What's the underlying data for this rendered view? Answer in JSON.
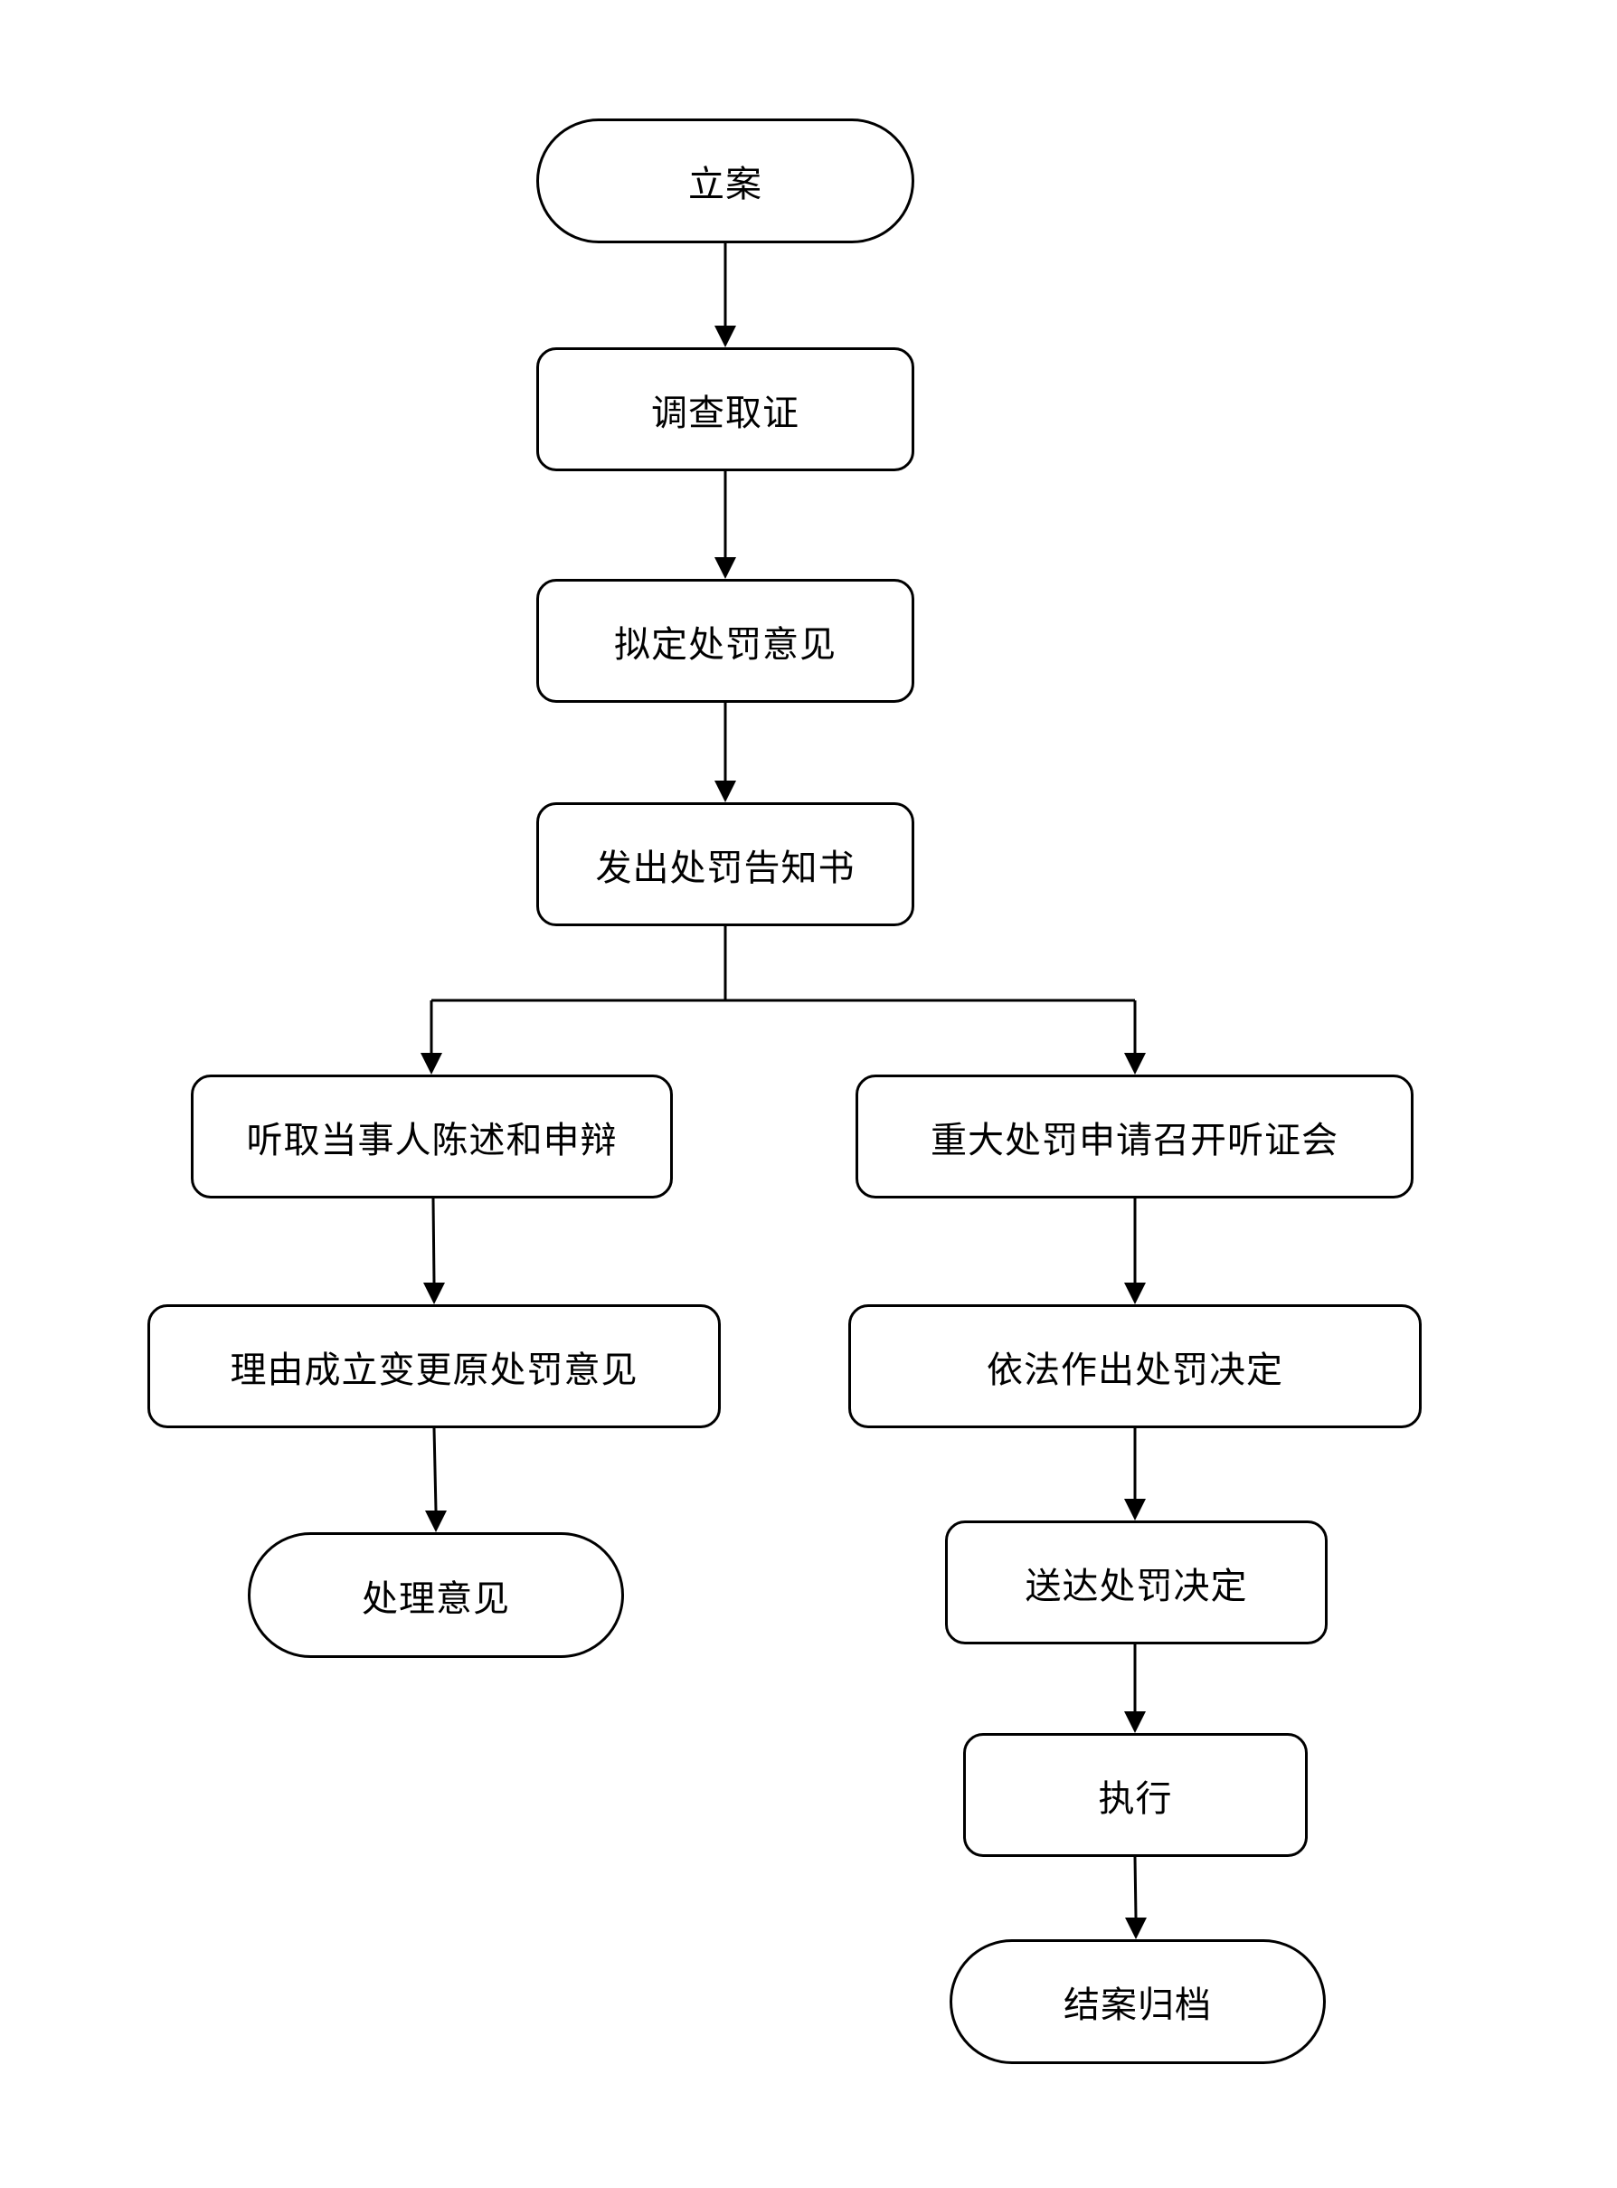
{
  "nodes": {
    "li_an": "立案",
    "diaocha": "调查取证",
    "niding": "拟定处罚意见",
    "fachu": "发出处罚告知书",
    "tingqu": "听取当事人陈述和申辩",
    "zhongda": "重大处罚申请召开听证会",
    "liyou": "理由成立变更原处罚意见",
    "yifa": "依法作出处罚决定",
    "chuli": "处理意见",
    "songda": "送达处罚决定",
    "zhixing": "执行",
    "jiean": "结案归档"
  },
  "edges": [
    {
      "from": "li_an",
      "to": "diaocha"
    },
    {
      "from": "diaocha",
      "to": "niding"
    },
    {
      "from": "niding",
      "to": "fachu"
    },
    {
      "from": "fachu",
      "to": "tingqu"
    },
    {
      "from": "fachu",
      "to": "zhongda"
    },
    {
      "from": "tingqu",
      "to": "liyou"
    },
    {
      "from": "liyou",
      "to": "chuli"
    },
    {
      "from": "zhongda",
      "to": "yifa"
    },
    {
      "from": "yifa",
      "to": "songda"
    },
    {
      "from": "songda",
      "to": "zhixing"
    },
    {
      "from": "zhixing",
      "to": "jiean"
    }
  ],
  "colors": {
    "stroke": "#000000",
    "background": "#ffffff"
  }
}
